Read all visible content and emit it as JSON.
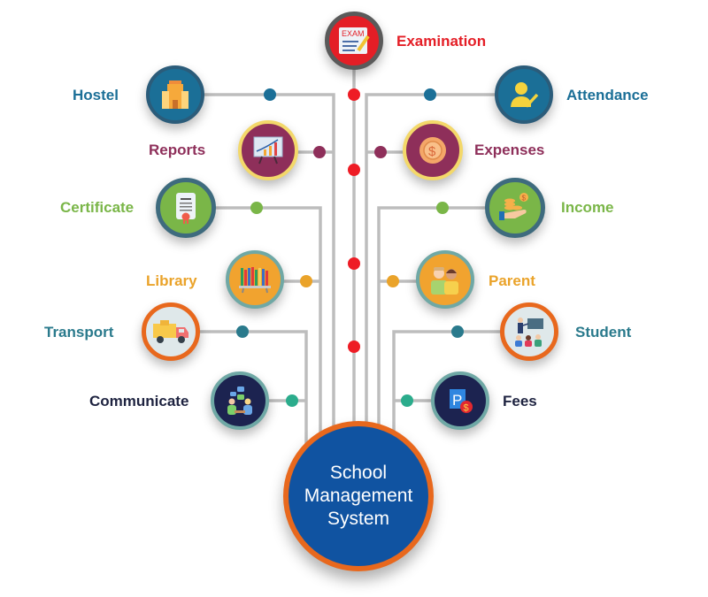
{
  "diagram": {
    "center": {
      "line1": "School",
      "line2": "Management",
      "line3": "System",
      "fill": "#1053a1",
      "border": "#e8681d"
    },
    "modules": [
      {
        "id": "examination",
        "label": "Examination",
        "icon": "exam-icon",
        "color": "#e41e26",
        "side": "top"
      },
      {
        "id": "hostel",
        "label": "Hostel",
        "icon": "building-icon",
        "color": "#1b6f97",
        "side": "left"
      },
      {
        "id": "attendance",
        "label": "Attendance",
        "icon": "attendance-check-icon",
        "color": "#1b6f97",
        "side": "right"
      },
      {
        "id": "reports",
        "label": "Reports",
        "icon": "chart-board-icon",
        "color": "#8e2f5a",
        "side": "left"
      },
      {
        "id": "expenses",
        "label": "Expenses",
        "icon": "coin-icon",
        "color": "#8e2f5a",
        "side": "right"
      },
      {
        "id": "certificate",
        "label": "Certificate",
        "icon": "certificate-icon",
        "color": "#7ab648",
        "side": "left"
      },
      {
        "id": "income",
        "label": "Income",
        "icon": "money-hand-icon",
        "color": "#7ab648",
        "side": "right"
      },
      {
        "id": "library",
        "label": "Library",
        "icon": "bookshelf-icon",
        "color": "#eaa32a",
        "side": "left"
      },
      {
        "id": "parent",
        "label": "Parent",
        "icon": "parents-icon",
        "color": "#eaa32a",
        "side": "right"
      },
      {
        "id": "transport",
        "label": "Transport",
        "icon": "truck-icon",
        "color": "#2a7a8c",
        "side": "left"
      },
      {
        "id": "student",
        "label": "Student",
        "icon": "classroom-icon",
        "color": "#2a7a8c",
        "side": "right"
      },
      {
        "id": "communicate",
        "label": "Communicate",
        "icon": "chat-people-icon",
        "color": "#1e2340",
        "side": "left"
      },
      {
        "id": "fees",
        "label": "Fees",
        "icon": "payment-icon",
        "color": "#1e2340",
        "side": "right"
      }
    ]
  }
}
